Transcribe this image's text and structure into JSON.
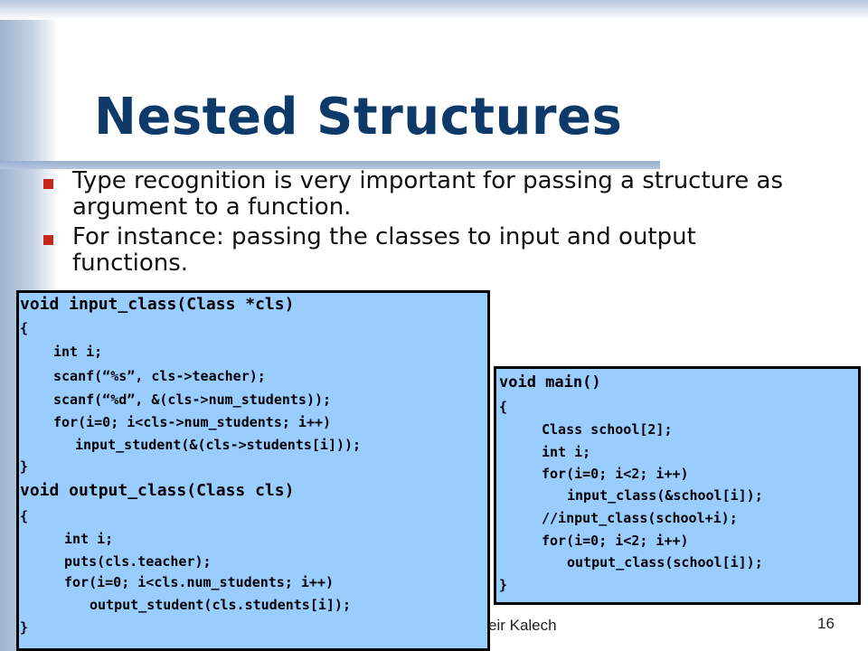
{
  "slide": {
    "title": "Nested Structures",
    "bullets": [
      "Type recognition is very important for passing a structure as argument to a function.",
      "For instance: passing the classes to input and output functions."
    ],
    "footer_author": "eir Kalech",
    "page_number": "16"
  },
  "code_left": {
    "lines": [
      "void input_class(Class *cls)",
      "{",
      "int i;",
      "scanf(“%s”, cls->teacher);",
      "scanf(“%d”, &(cls->num_students));",
      "for(i=0; i<cls->num_students; i++)",
      "input_student(&(cls->students[i]));",
      "}",
      "void output_class(Class cls)",
      "{",
      "int i;",
      "puts(cls.teacher);",
      "for(i=0; i<cls.num_students; i++)",
      "output_student(cls.students[i]);",
      "}"
    ]
  },
  "code_right": {
    "lines": [
      "void main()",
      "{",
      "Class school[2];",
      "int i;",
      "for(i=0; i<2; i++)",
      "input_class(&school[i]);",
      "//input_class(school+i);",
      "for(i=0; i<2; i++)",
      "output_class(school[i]);",
      "}"
    ]
  }
}
